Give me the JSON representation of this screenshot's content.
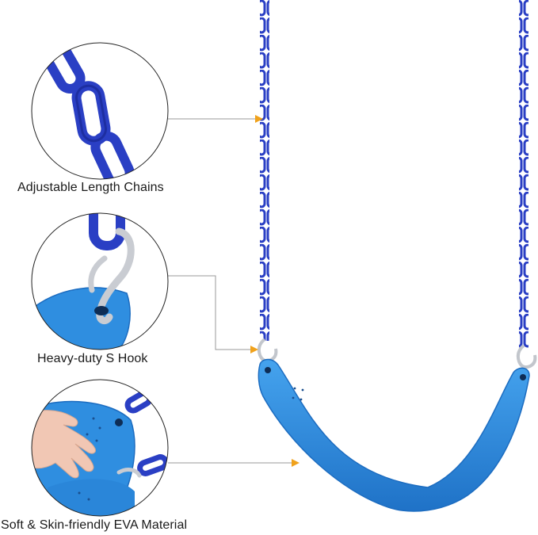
{
  "features": [
    {
      "label": "Adjustable Length Chains",
      "icon": "chain-closeup-icon"
    },
    {
      "label": "Heavy-duty S Hook",
      "icon": "s-hook-closeup-icon"
    },
    {
      "label": "Soft & Skin-friendly EVA Material",
      "icon": "eva-seat-closeup-icon"
    }
  ],
  "colors": {
    "chain": "#2a3fc4",
    "chain_dark": "#16248a",
    "seat": "#2f8ee0",
    "seat_dark": "#1c6cc0",
    "hook": "#c9ccd2",
    "arrow": "#f0a21c",
    "leader_line": "#999999",
    "circle_border": "#222222",
    "skin": "#f1c7b4"
  }
}
